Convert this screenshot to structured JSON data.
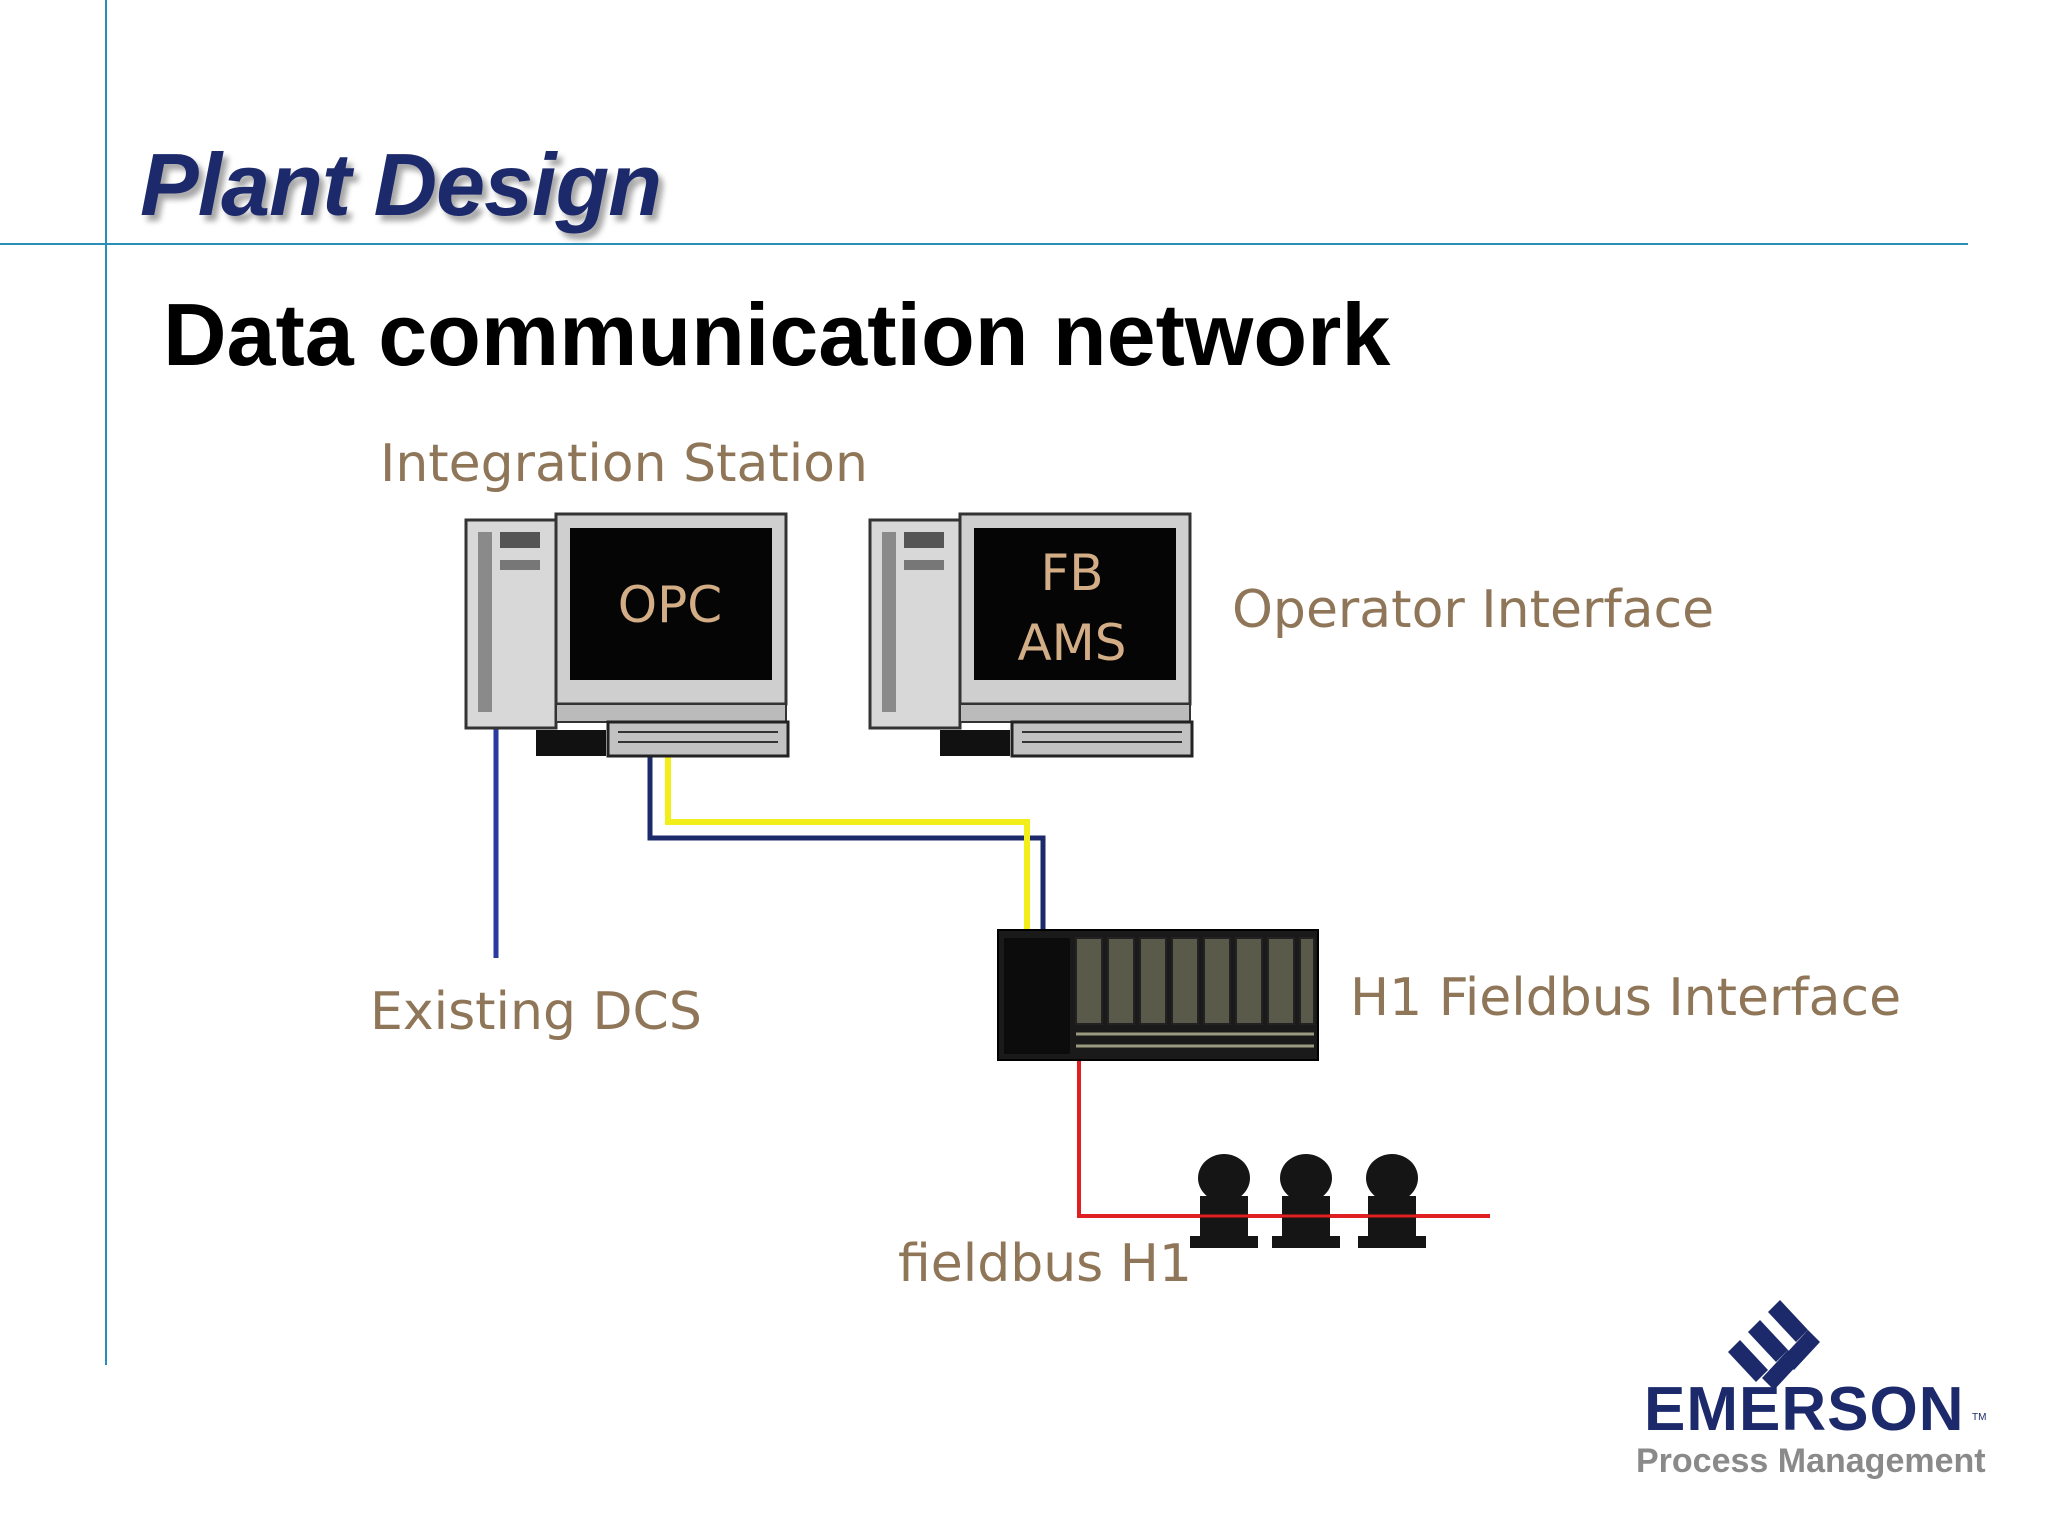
{
  "slide": {
    "title": "Plant Design",
    "subtitle": "Data communication network"
  },
  "diagram": {
    "integration_station_label": "Integration Station",
    "operator_interface_label": "Operator Interface",
    "opc_screen_text": "OPC",
    "fb_screen_text": "FB",
    "ams_screen_text": "AMS",
    "existing_dcs_label": "Existing DCS",
    "h1_interface_label": "H1 Fieldbus Interface",
    "fieldbus_label": "fieldbus H1",
    "colors": {
      "blue_line": "#2b3a9e",
      "navy_line": "#1c2a6b",
      "yellow_line": "#f2ee1a",
      "red_line": "#e02020",
      "label_color": "#8f7658"
    }
  },
  "logo": {
    "brand": "EMERSON",
    "tm": "TM",
    "division": "Process Management"
  }
}
